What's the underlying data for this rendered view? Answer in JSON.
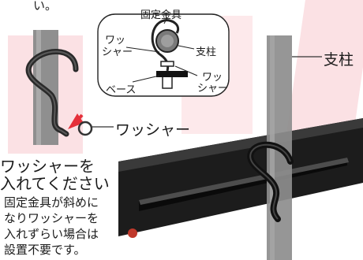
{
  "top_fragment": "い。",
  "diagram": {
    "fixture_label": "固定金具",
    "washer_left_line1": "ワッ",
    "washer_left_line2": "シャー",
    "pillar_label": "支柱",
    "washer_right_line1": "ワッ",
    "washer_right_line2": "シャー",
    "base_label": "ベース"
  },
  "photo_right": {
    "pillar_label": "支柱"
  },
  "photo_left": {
    "washer_label": "ワッシャー"
  },
  "instruction": {
    "line1": "ワッシャーを",
    "line2": "入れてください"
  },
  "note": {
    "line1": "固定金具が斜めに",
    "line2": "なりワッシャーを",
    "line3": "入れずらい場合は",
    "line4": "設置不要です。"
  },
  "colors": {
    "accent_red": "#e5303a",
    "watermark_pink": "#f7c9cf",
    "pillar_gray": "#8d8d8d"
  }
}
